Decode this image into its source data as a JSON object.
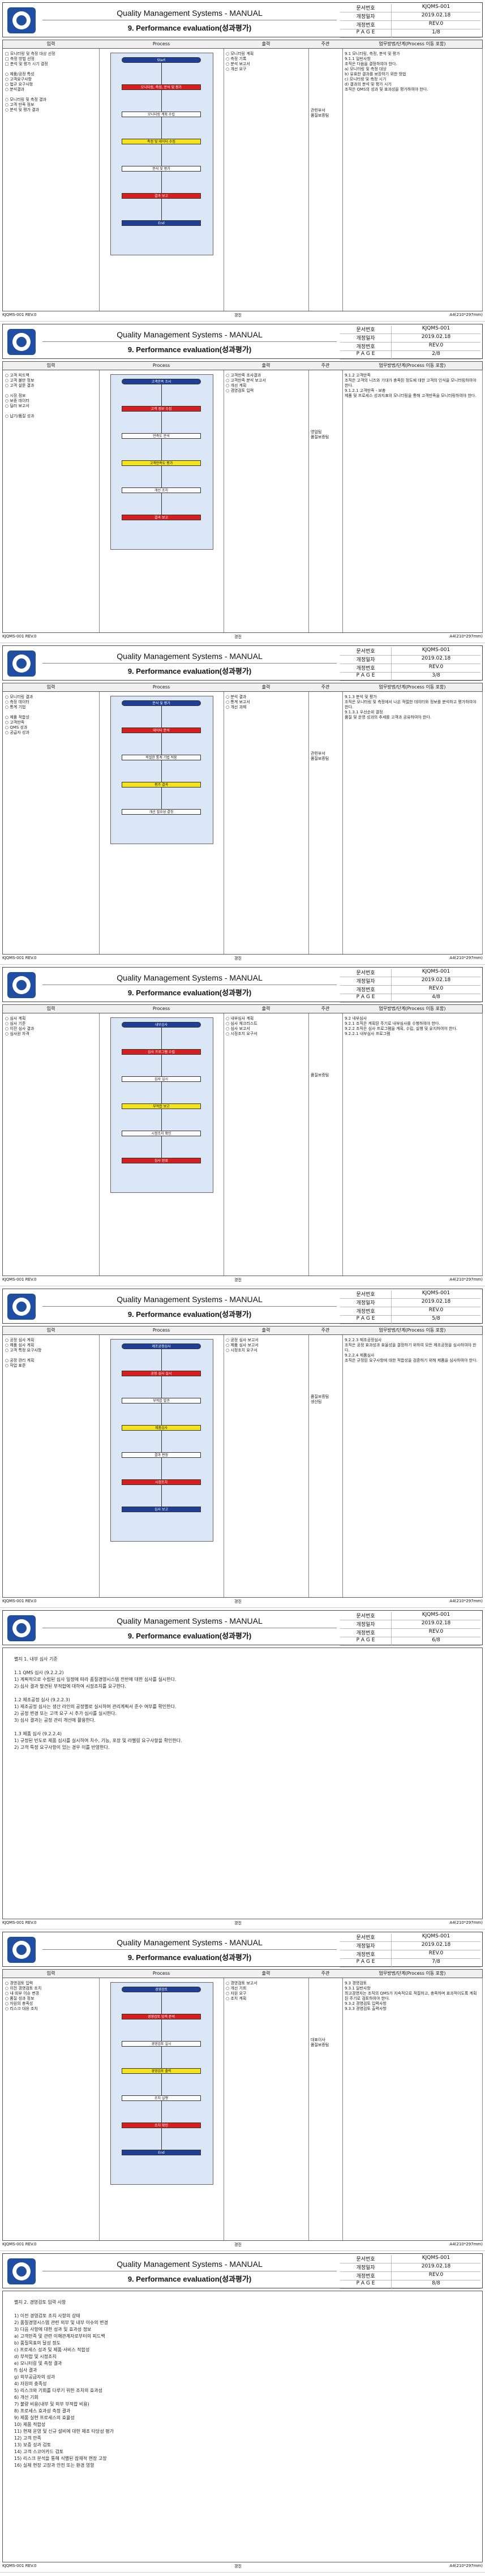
{
  "doc": {
    "title": "Quality Management Systems - MANUAL",
    "subtitle": "9. Performance evaluation(성과평가)",
    "meta_labels": [
      "문서번호",
      "개정일자",
      "개정번호",
      "P A G E"
    ],
    "doc_no": "KJQMS-001",
    "rev_date": "2019.02.18",
    "rev_no": "REV.0",
    "col_flow": "Process",
    "col_input": "입력",
    "col_output": "출력",
    "col_resp": "주관",
    "col_note": "업무방법/단계(Process 이동 포함)",
    "footer_left": "KJQMS-001 REV.0",
    "footer_center": "경진",
    "footer_right": "A4(210*297mm)"
  },
  "pages": [
    {
      "page": "1/8",
      "input": "□ 모니터링 및 측정 대상 선정\n□ 측정 방법 선정\n□ 분석 및 평가 시기 결정\n\n○ 제품/공정 특성\n○ 고객요구사항\n○ 법규 요구사항\n○ 분석결과\n\n○ 모니터링 및 측정 결과\n○ 고객 만족 정보\n○ 분석 및 평가 결과",
      "steps": [
        "Start",
        "모니터링, 측정, 분석 및 평가",
        "모니터링 계획 수립",
        "측정 및 데이터 수집",
        "분석 및 평가",
        "결과 보고",
        "End"
      ],
      "output": "○ 모니터링 계획\n○ 측정 기록\n○ 분석 보고서\n○ 개선 요구",
      "resp": "관련부서\n품질보증팀",
      "note": "9.1 모니터링, 측정, 분석 및 평가\n9.1.1 일반사항\n조직은 다음을 결정하여야 한다.\na) 모니터링 및 측정 대상\nb) 유효한 결과를 보장하기 위한 방법\nc) 모니터링 및 측정 시기\nd) 결과의 분석 및 평가 시기\n조직은 QMS의 성과 및 효과성을 평가하여야 한다."
    },
    {
      "page": "2/8",
      "input": "○ 고객 피드백\n○ 고객 불만 정보\n○ 고객 설문 결과\n\n○ 시장 정보\n○ 보증 데이터\n○ 딜러 보고서\n\n○ 납기/품질 성과",
      "steps": [
        "고객만족 조사",
        "고객 정보 수집",
        "만족도 분석",
        "고객만족도 평가",
        "개선 조치",
        "결과 보고"
      ],
      "output": "○ 고객만족 조사결과\n○ 고객만족 분석 보고서\n○ 개선 계획\n○ 경영검토 입력",
      "resp": "영업팀\n품질보증팀",
      "note": "9.1.2 고객만족\n조직은 고객의 니즈와 기대가 충족된 정도에 대한 고객의 인식을 모니터링하여야 한다.\n9.1.2.1 고객만족 - 보충\n제품 및 프로세스 성과지표의 모니터링을 통해 고객만족을 모니터링하여야 한다."
    },
    {
      "page": "3/8",
      "input": "○ 모니터링 결과\n○ 측정 데이터\n○ 통계 기법\n\n○ 제품 적합성\n○ 고객만족\n○ QMS 성과\n○ 공급자 성과",
      "steps": [
        "분석 및 평가",
        "데이터 분석",
        "적절한 통계 기법 적용",
        "평가 결과",
        "개선 필요성 결정"
      ],
      "output": "○ 분석 결과\n○ 통계 보고서\n○ 개선 과제",
      "resp": "관련부서\n품질보증팀",
      "note": "9.1.3 분석 및 평가\n조직은 모니터링 및 측정에서 나온 적절한 데이터와 정보를 분석하고 평가하여야 한다.\n9.1.3.1 우선순위 결정\n품질 및 운영 성과의 추세를 고객과 공유하여야 한다."
    },
    {
      "page": "4/8",
      "input": "○ 심사 계획\n○ 심사 기준\n○ 이전 심사 결과\n○ 심사원 자격",
      "steps": [
        "내부심사",
        "심사 프로그램 수립",
        "심사 실시",
        "부적합 보고",
        "시정조치 확인",
        "심사 완료"
      ],
      "output": "○ 내부심사 계획\n○ 심사 체크리스트\n○ 심사 보고서\n○ 시정조치 요구서",
      "resp": "품질보증팀",
      "note": "9.2 내부심사\n9.2.1 조직은 계획된 주기로 내부심사를 수행하여야 한다.\n9.2.2 조직은 심사 프로그램을 계획, 수립, 실행 및 유지하여야 한다.\n9.2.2.1 내부심사 프로그램"
    },
    {
      "page": "5/8",
      "input": "○ 공정 심사 계획\n○ 제품 심사 계획\n○ 고객 특정 요구사항\n\n○ 공정 관리 계획\n○ 작업 표준",
      "steps": [
        "제조공정심사",
        "공정 심사 실시",
        "부적합 발견",
        "제품심사",
        "결과 판정",
        "시정조치",
        "심사 보고"
      ],
      "output": "○ 공정 심사 보고서\n○ 제품 심사 보고서\n○ 시정조치 요구서",
      "resp": "품질보증팀\n생산팀",
      "note": "9.2.2.3 제조공정심사\n조직은 공정 효과성과 효율성을 결정하기 위하여 모든 제조공정을 심사하여야 한다.\n9.2.2.4 제품심사\n조직은 규정된 요구사항에 대한 적합성을 검증하기 위해 제품을 심사하여야 한다."
    },
    {
      "page": "6/8",
      "body": "별지 1. 내부 심사 기준\n\n1.1 QMS 심사 (9.2.2.2)\n1) 계획적으로 수립된 심사 일정에 따라 품질경영시스템 전반에 대한 심사를 실시한다.\n2) 심사 결과 발견된 부적합에 대하여 시정조치를 요구한다.\n\n1.2 제조공정 심사 (9.2.2.3)\n1) 제조공정 심사는 생산 라인의 공정별로 실시하며 관리계획서 준수 여부를 확인한다.\n2) 공정 변경 또는 고객 요구 시 추가 심사를 실시한다.\n3) 심사 결과는 공정 관리 개선에 활용한다.\n\n1.3 제품 심사 (9.2.2.4)\n1) 규정된 빈도로 제품 심사를 실시하여 치수, 기능, 포장 및 라벨링 요구사항을 확인한다.\n2) 고객 특정 요구사항이 있는 경우 이를 반영한다."
    },
    {
      "page": "7/8",
      "input": "○ 경영검토 입력\n○ 이전 경영검토 조치\n○ 내·외부 이슈 변경\n○ 품질 성과 정보\n○ 자원의 충족성\n○ 리스크 대응 조치",
      "steps": [
        "경영검토",
        "경영검토 입력 준비",
        "경영검토 실시",
        "경영검토 출력",
        "조치 실행",
        "조치 확인",
        "End"
      ],
      "output": "○ 경영검토 보고서\n○ 개선 기회\n○ 자원 요구\n○ 조치 계획",
      "resp": "대표이사\n품질보증팀",
      "note": "9.3 경영검토\n9.3.1 일반사항\n최고경영자는 조직의 QMS가 지속적으로 적절하고, 충족하며 효과적이도록 계획된 주기로 검토하여야 한다.\n9.3.2 경영검토 입력사항\n9.3.3 경영검토 출력사항"
    },
    {
      "page": "8/8",
      "body": "별지 2. 경영검토 입력 사항\n\n1) 이전 경영검토 조치 사항의 상태\n2) 품질경영시스템 관련 외부 및 내부 이슈의 변경\n3) 다음 사항에 대한 성과 및 효과성 정보\n  a) 고객만족 및 관련 이해관계자로부터의 피드백\n  b) 품질목표의 달성 정도\n  c) 프로세스 성과 및 제품·서비스 적합성\n  d) 부적합 및 시정조치\n  e) 모니터링 및 측정 결과\n  f) 심사 결과\n  g) 외부공급자의 성과\n4) 자원의 충족성\n5) 리스크와 기회를 다루기 위한 조치의 효과성\n6) 개선 기회\n7) 불량 비용(내부 및 외부 부적합 비용)\n8) 프로세스 효과성 측정 결과\n9) 제품 실현 프로세스의 효율성\n10) 제품 적합성\n11) 현재 운영 및 신규 설비에 대한 제조 타당성 평가\n12) 고객 만족\n13) 보증 성과 검토\n14) 고객 스코어카드 검토\n15) 리스크 분석을 통해 식별된 잠재적 현장 고장\n16) 실제 현장 고장과 안전 또는 환경 영향"
    }
  ]
}
